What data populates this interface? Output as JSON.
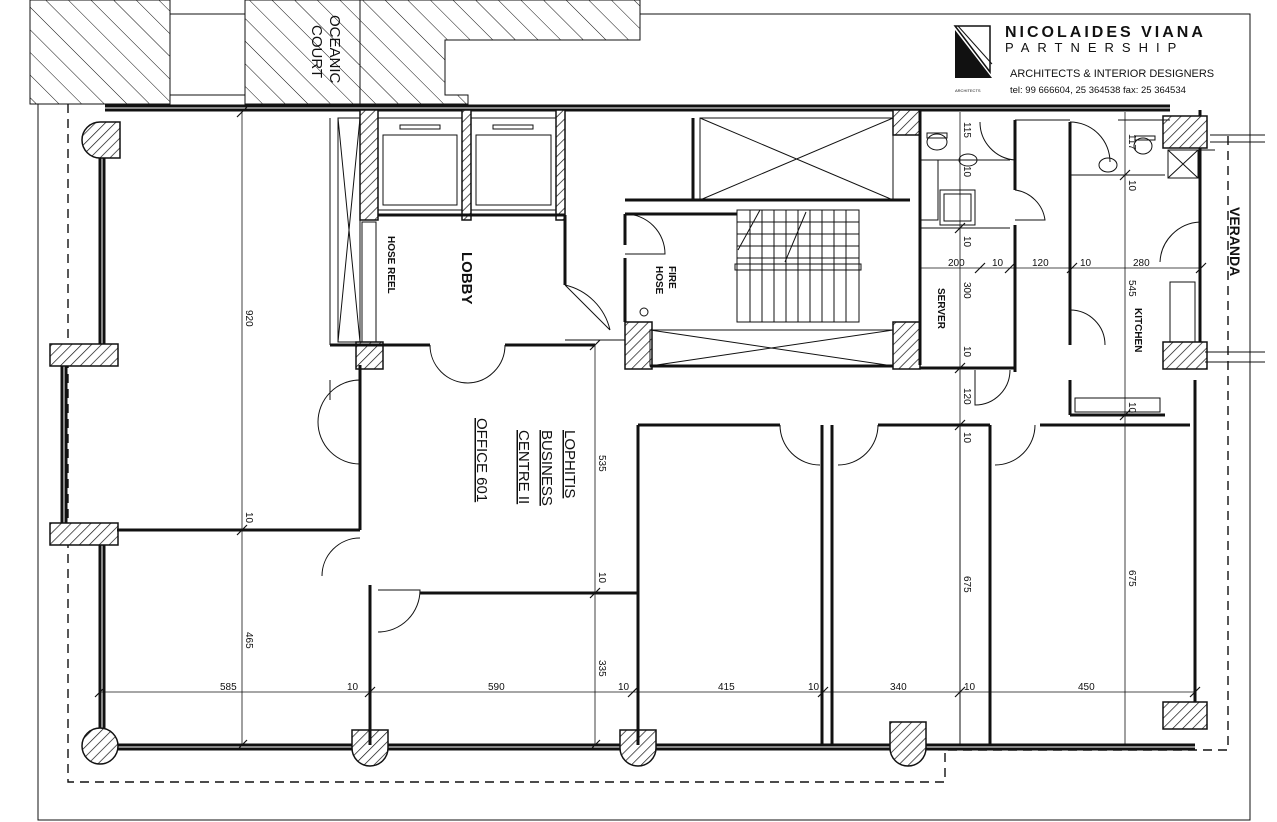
{
  "title_block": {
    "firm_line1": "NICOLAIDES VIANA",
    "firm_line2": "PARTNERSHIP",
    "tagline": "ARCHITECTS & INTERIOR DESIGNERS",
    "contact": "tel: 99 666604, 25 364538  fax: 25 364534",
    "logo_small_text": "ARCHITECTS"
  },
  "neighbour": {
    "line1": "OCEANIC",
    "line2": "COURT"
  },
  "rooms": {
    "lobby": "LOBBY",
    "hose_reel": "HOSE REEL",
    "fire_hose_1": "FIRE",
    "fire_hose_2": "HOSE",
    "server": "SERVER",
    "kitchen": "KITCHEN",
    "veranda": "VERANDA",
    "office_line1": "LOPHITIS",
    "office_line2": "BUSINESS",
    "office_line3": "CENTRE II",
    "office_line4": "OFFICE 601"
  },
  "dimensions": {
    "left_920": "920",
    "left_10": "10",
    "left_465": "465",
    "mid_535": "535",
    "mid_10": "10",
    "mid_335": "335",
    "bottom_585": "585",
    "bottom_10a": "10",
    "bottom_590": "590",
    "bottom_10b": "10",
    "bottom_415": "415",
    "bottom_10c": "10",
    "bottom_340": "340",
    "bottom_10d": "10",
    "bottom_450": "450",
    "server_200": "200",
    "server_10a": "10",
    "server_120": "120",
    "server_10b": "10",
    "server_280": "280",
    "v_115": "115",
    "v_10a": "10",
    "v_10b": "10",
    "v_300": "300",
    "v_10c": "10",
    "v_120": "120",
    "v_10d": "10",
    "v_675a": "675",
    "k_117": "117",
    "k_10a": "10",
    "k_545": "545",
    "k_10b": "10",
    "v_675b": "675"
  }
}
